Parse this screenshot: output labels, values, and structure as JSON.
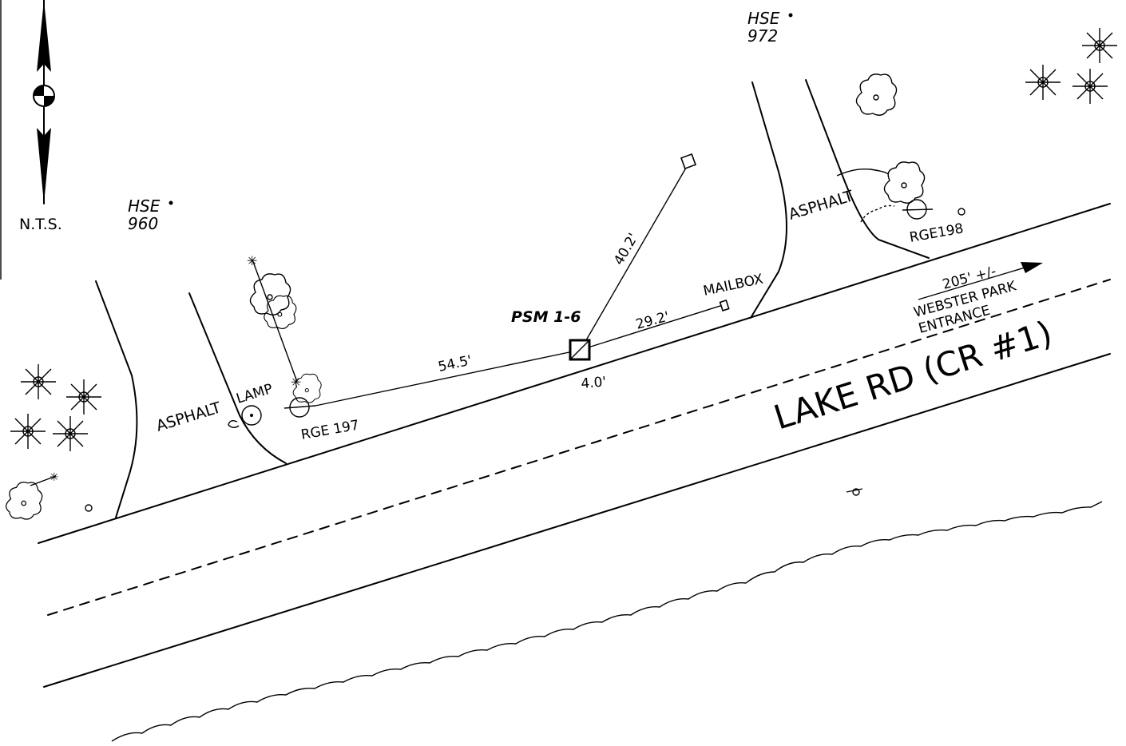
{
  "north_arrow": {
    "scale_note": "N.T.S."
  },
  "houses": [
    {
      "id": "hse-960",
      "line1": "HSE",
      "line2": "960"
    },
    {
      "id": "hse-972",
      "line1": "HSE",
      "line2": "972"
    }
  ],
  "road": {
    "name": "LAKE RD (CR #1)"
  },
  "driveways": [
    {
      "label": "ASPHALT"
    },
    {
      "label": "ASPHALT"
    }
  ],
  "features": {
    "lamp": "LAMP",
    "rge197": "RGE 197",
    "rge198": "RGE198",
    "mailbox": "MAILBOX",
    "psm": "PSM 1-6",
    "webster_dist": "205' +/-",
    "webster_line1": "WEBSTER PARK",
    "webster_line2": "ENTRANCE"
  },
  "measurements": {
    "to_rge197": "54.5'",
    "to_mailbox": "29.2'",
    "to_back_marker": "40.2'",
    "to_road_edge": "4.0'"
  },
  "colors": {
    "ink": "#000000",
    "background": "#ffffff"
  }
}
